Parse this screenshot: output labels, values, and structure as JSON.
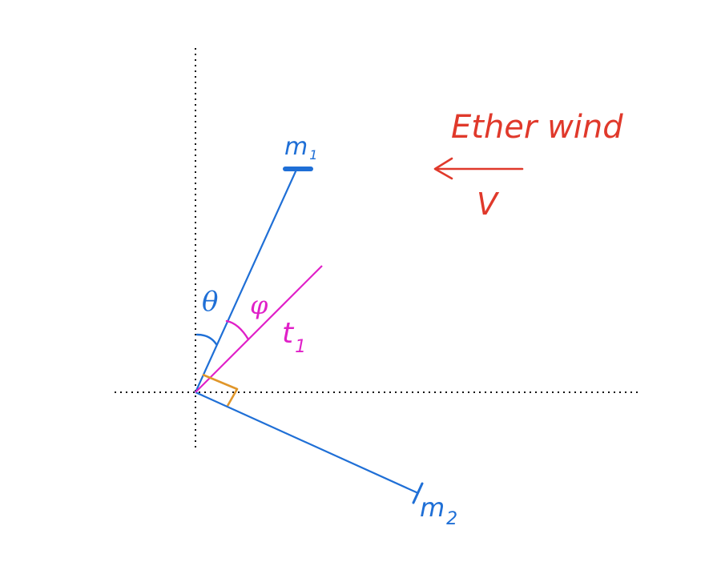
{
  "labels": {
    "m1": "m",
    "m1_sub": "1",
    "m2": "m",
    "m2_sub": "2",
    "theta": "θ",
    "phi": "φ",
    "t1": "t",
    "t1_sub": "1",
    "ether_wind": "Ether wind",
    "velocity": "V"
  },
  "colors": {
    "axes": "#111111",
    "mirror_arms": "#1f6fd6",
    "photon_path": "#e020c8",
    "ether_wind": "#e0392b",
    "right_angle": "#e0962a"
  }
}
